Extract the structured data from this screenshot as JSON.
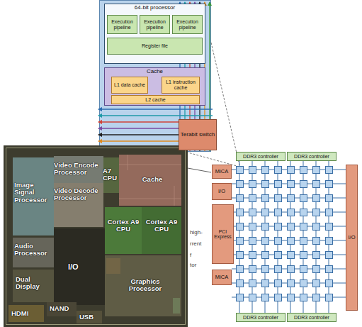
{
  "diagram": {
    "nodes": [
      {
        "text": [
          "64-bit processor"
        ]
      },
      {
        "text": [
          "Execution pipeline"
        ],
        "in": 0
      },
      {
        "text": [
          "Execution pipeline"
        ],
        "in": 0
      },
      {
        "text": [
          "Execution pipeline"
        ],
        "in": 0
      },
      {
        "text": [
          "Register file"
        ],
        "in": 0
      },
      {
        "text": [
          "Cache"
        ]
      },
      {
        "text": [
          "L1 data cache"
        ],
        "in": 5
      },
      {
        "text": [
          "L1 instruction cache"
        ],
        "in": 5
      },
      {
        "text": [
          "L2 cache"
        ],
        "in": 5
      },
      {
        "text": [
          "Terabit switch"
        ]
      },
      {
        "text": [
          "DDR3 controller"
        ]
      },
      {
        "text": [
          "DDR3 controller"
        ]
      },
      {
        "text": [
          "MiCA"
        ]
      },
      {
        "text": [
          "I/O"
        ]
      },
      {
        "text": [
          "PCI Express"
        ]
      },
      {
        "text": [
          "MiCA"
        ]
      },
      {
        "text": [
          "DDR3 controller"
        ]
      },
      {
        "text": [
          "DDR3 controller"
        ]
      },
      {
        "text": [
          "I/O"
        ]
      }
    ],
    "labels": [
      "Video Encode Processor",
      "Image Signal Processor",
      "A7 CPU",
      "Cache",
      "Video Decode Processor",
      "Cortex A9 CPU",
      "Cortex A9 CPU",
      "Audio Processor",
      "I/O",
      "Dual Display",
      "Graphics Processor",
      "HDMI",
      "NAND",
      "USB",
      "high-",
      "rrent",
      "f",
      "tor"
    ]
  }
}
